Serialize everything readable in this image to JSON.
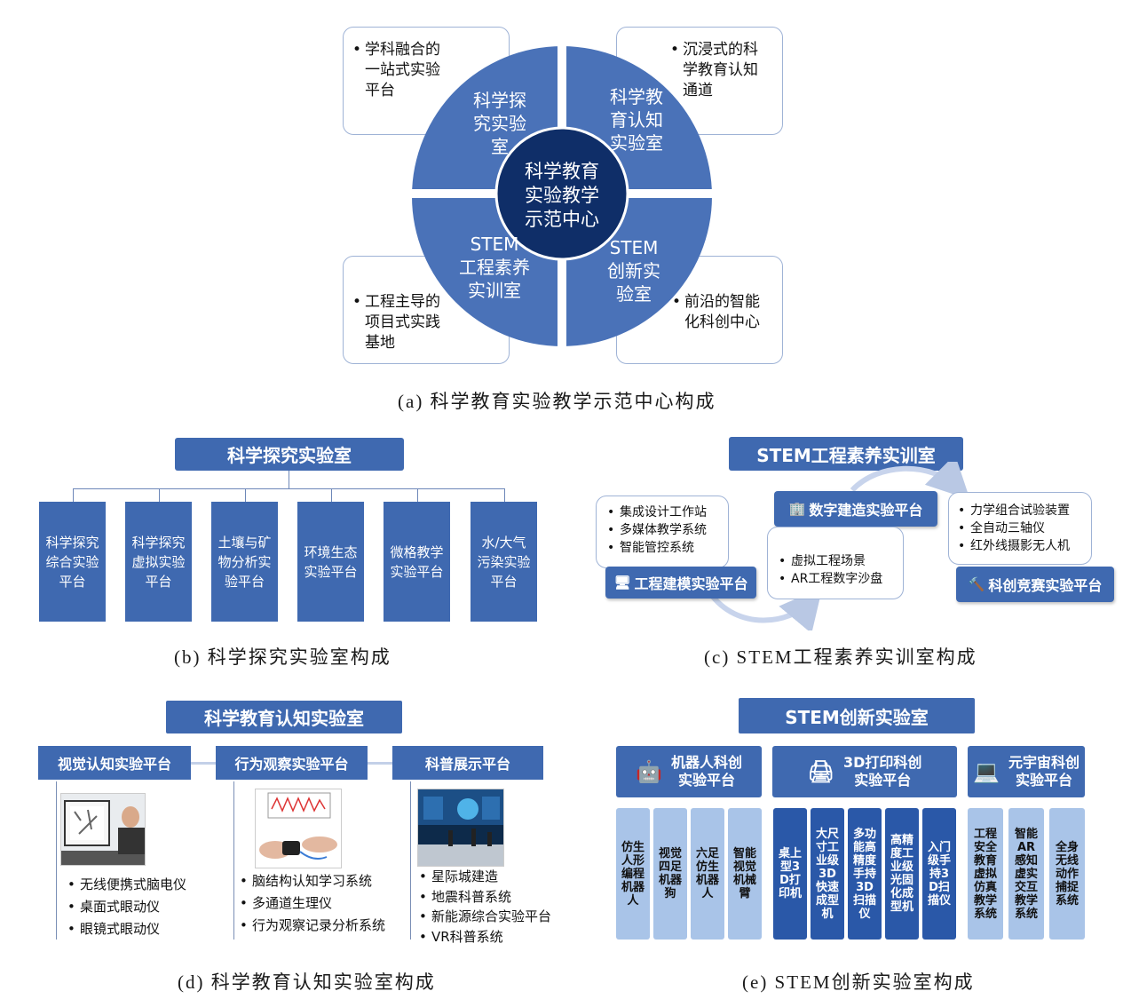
{
  "part_a": {
    "center": "科学教育实验教学示范中心",
    "center_lines": [
      "科学教育",
      "实验教学",
      "示范中心"
    ],
    "wedges": {
      "top_left": [
        "科学探",
        "究实验",
        "室"
      ],
      "top_right": [
        "科学教",
        "育认知",
        "实验室"
      ],
      "bottom_left": [
        "STEM",
        "工程素养",
        "实训室"
      ],
      "bottom_right": [
        "STEM",
        "创新实",
        "验室"
      ]
    },
    "callouts": {
      "top_left": [
        "学科融合的",
        "一站式实验",
        "平台"
      ],
      "top_right": [
        "沉浸式的科",
        "学教育认知",
        "通道"
      ],
      "bottom_left": [
        "工程主导的",
        "项目式实践",
        "基地"
      ],
      "bottom_right": [
        "前沿的智能",
        "化科创中心"
      ]
    },
    "caption": "(a) 科学教育实验教学示范中心构成"
  },
  "part_b": {
    "title": "科学探究实验室",
    "columns": [
      [
        "科学探究",
        "综合实验",
        "平台"
      ],
      [
        "科学探究",
        "虚拟实验",
        "平台"
      ],
      [
        "土壤与矿",
        "物分析实",
        "验平台"
      ],
      [
        "环境生态",
        "实验平台"
      ],
      [
        "微格教学",
        "实验平台"
      ],
      [
        "水/大气",
        "污染实验",
        "平台"
      ]
    ],
    "caption": "(b) 科学探究实验室构成"
  },
  "part_c": {
    "title": "STEM工程素养实训室",
    "platforms": {
      "modeling": "工程建模实验平台",
      "digital": "数字建造实验平台",
      "competition": "科创竞赛实验平台"
    },
    "modeling_items": [
      "集成设计工作站",
      "多媒体教学系统",
      "智能管控系统"
    ],
    "digital_items": [
      "虚拟工程场景",
      "AR工程数字沙盘"
    ],
    "competition_items": [
      "力学组合试验装置",
      "全自动三轴仪",
      "红外线摄影无人机"
    ],
    "caption": "(c) STEM工程素养实训室构成"
  },
  "part_d": {
    "title": "科学教育认知实验室",
    "tabs": [
      "视觉认知实验平台",
      "行为观察实验平台",
      "科普展示平台"
    ],
    "visual_items": [
      "无线便携式脑电仪",
      "桌面式眼动仪",
      "眼镜式眼动仪"
    ],
    "behavior_items": [
      "脑结构认知学习系统",
      "多通道生理仪",
      "行为观察记录分析系统"
    ],
    "science_items": [
      "星际城建造",
      "地震科普系统",
      "新能源综合实验平台",
      "VR科普系统"
    ],
    "caption": "(d) 科学教育认知实验室构成"
  },
  "part_e": {
    "title": "STEM创新实验室",
    "heads": [
      {
        "icon": "🤖",
        "lines": [
          "机器人科创",
          "实验平台"
        ]
      },
      {
        "icon": "🖨",
        "lines": [
          "3D打印科创",
          "实验平台"
        ]
      },
      {
        "icon": "💻",
        "lines": [
          "元宇宙科创",
          "实验平台"
        ]
      }
    ],
    "robot_cols": [
      "仿生人形编程机器人",
      "视觉四足机器狗",
      "六足仿生机器人",
      "智能视觉机械臂"
    ],
    "print_cols": [
      "桌上型3D打印机",
      "大尺寸工业级3D快速成型机",
      "多功能高精度手持3D扫描仪",
      "高精度工业级光固化成型机",
      "入门级手持3D扫描仪"
    ],
    "meta_cols": [
      "工程安全教育虚拟仿真教学系统",
      "智能AR感知虚实交互教学系统",
      "全身无线动作捕捉系统"
    ],
    "caption": "(e) STEM创新实验室构成"
  }
}
